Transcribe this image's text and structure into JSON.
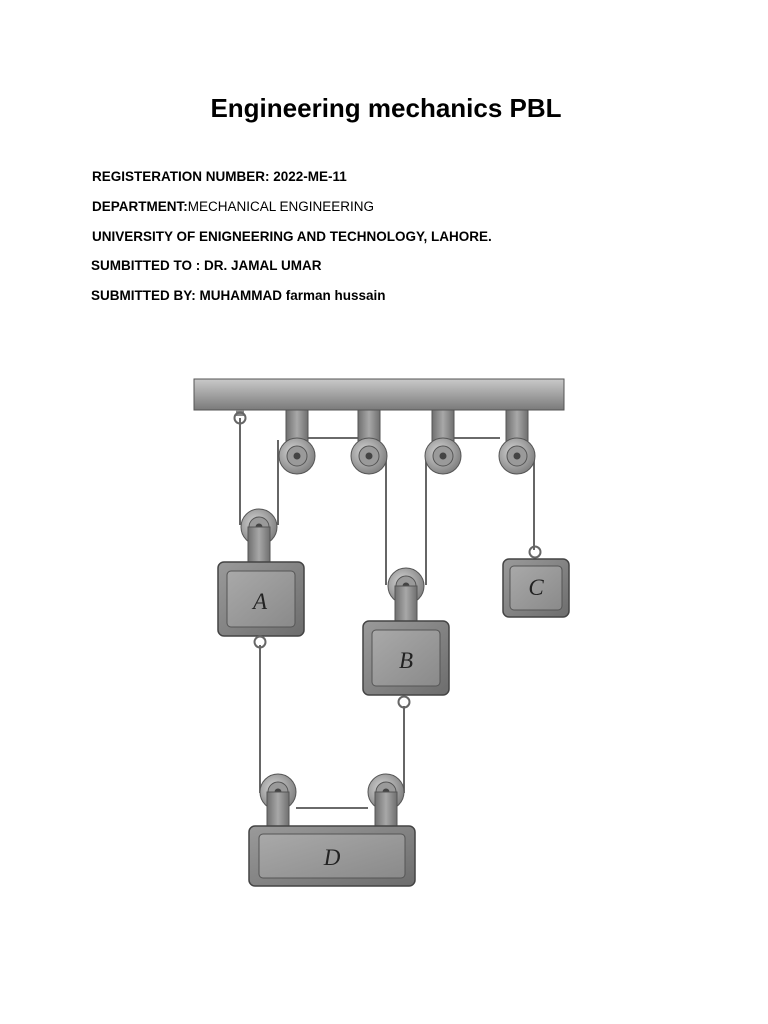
{
  "document": {
    "title": "Engineering mechanics PBL",
    "registration": "REGISTERATION NUMBER: 2022-ME-11",
    "department_label": "DEPARTMENT:",
    "department_value": "MECHANICAL ENGINEERING",
    "university": "UNIVERSITY OF ENIGNEERING AND TECHNOLOGY, LAHORE.",
    "submitted_to": "SUMBITTED TO : DR. JAMAL UMAR",
    "submitted_by": "SUBMITTED BY: MUHAMMAD farman hussain"
  },
  "diagram": {
    "blocks": {
      "a": "A",
      "b": "B",
      "c": "C",
      "d": "D"
    }
  }
}
